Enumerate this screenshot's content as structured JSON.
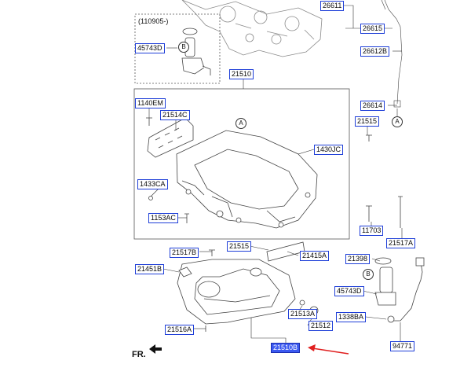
{
  "variant_box": {
    "label": "(110905-)"
  },
  "labels": {
    "p26611": "26611",
    "p26615": "26615",
    "p26612B": "26612B",
    "p26614": "26614",
    "p45743D_top": "45743D",
    "p21510": "21510",
    "p1140EM": "1140EM",
    "p21514C": "21514C",
    "p21515_right": "21515",
    "p1430JC": "1430JC",
    "p1433CA": "1433CA",
    "p1153AC": "1153AC",
    "p11703": "11703",
    "p21517A": "21517A",
    "p21517B": "21517B",
    "p21515_mid": "21515",
    "p21415A": "21415A",
    "p21398": "21398",
    "p21451B": "21451B",
    "p45743D_bottom": "45743D",
    "p21513A": "21513A",
    "p21512": "21512",
    "p1338BA": "1338BA",
    "p21516A": "21516A",
    "p21510B": "21510B",
    "p94771": "94771"
  },
  "callouts": {
    "A": "A",
    "B": "B"
  },
  "orientation": {
    "label": "FR."
  },
  "colors": {
    "label_border": "#1f3fd8",
    "highlight": "#3b59f0",
    "arrow": "#e02020"
  }
}
